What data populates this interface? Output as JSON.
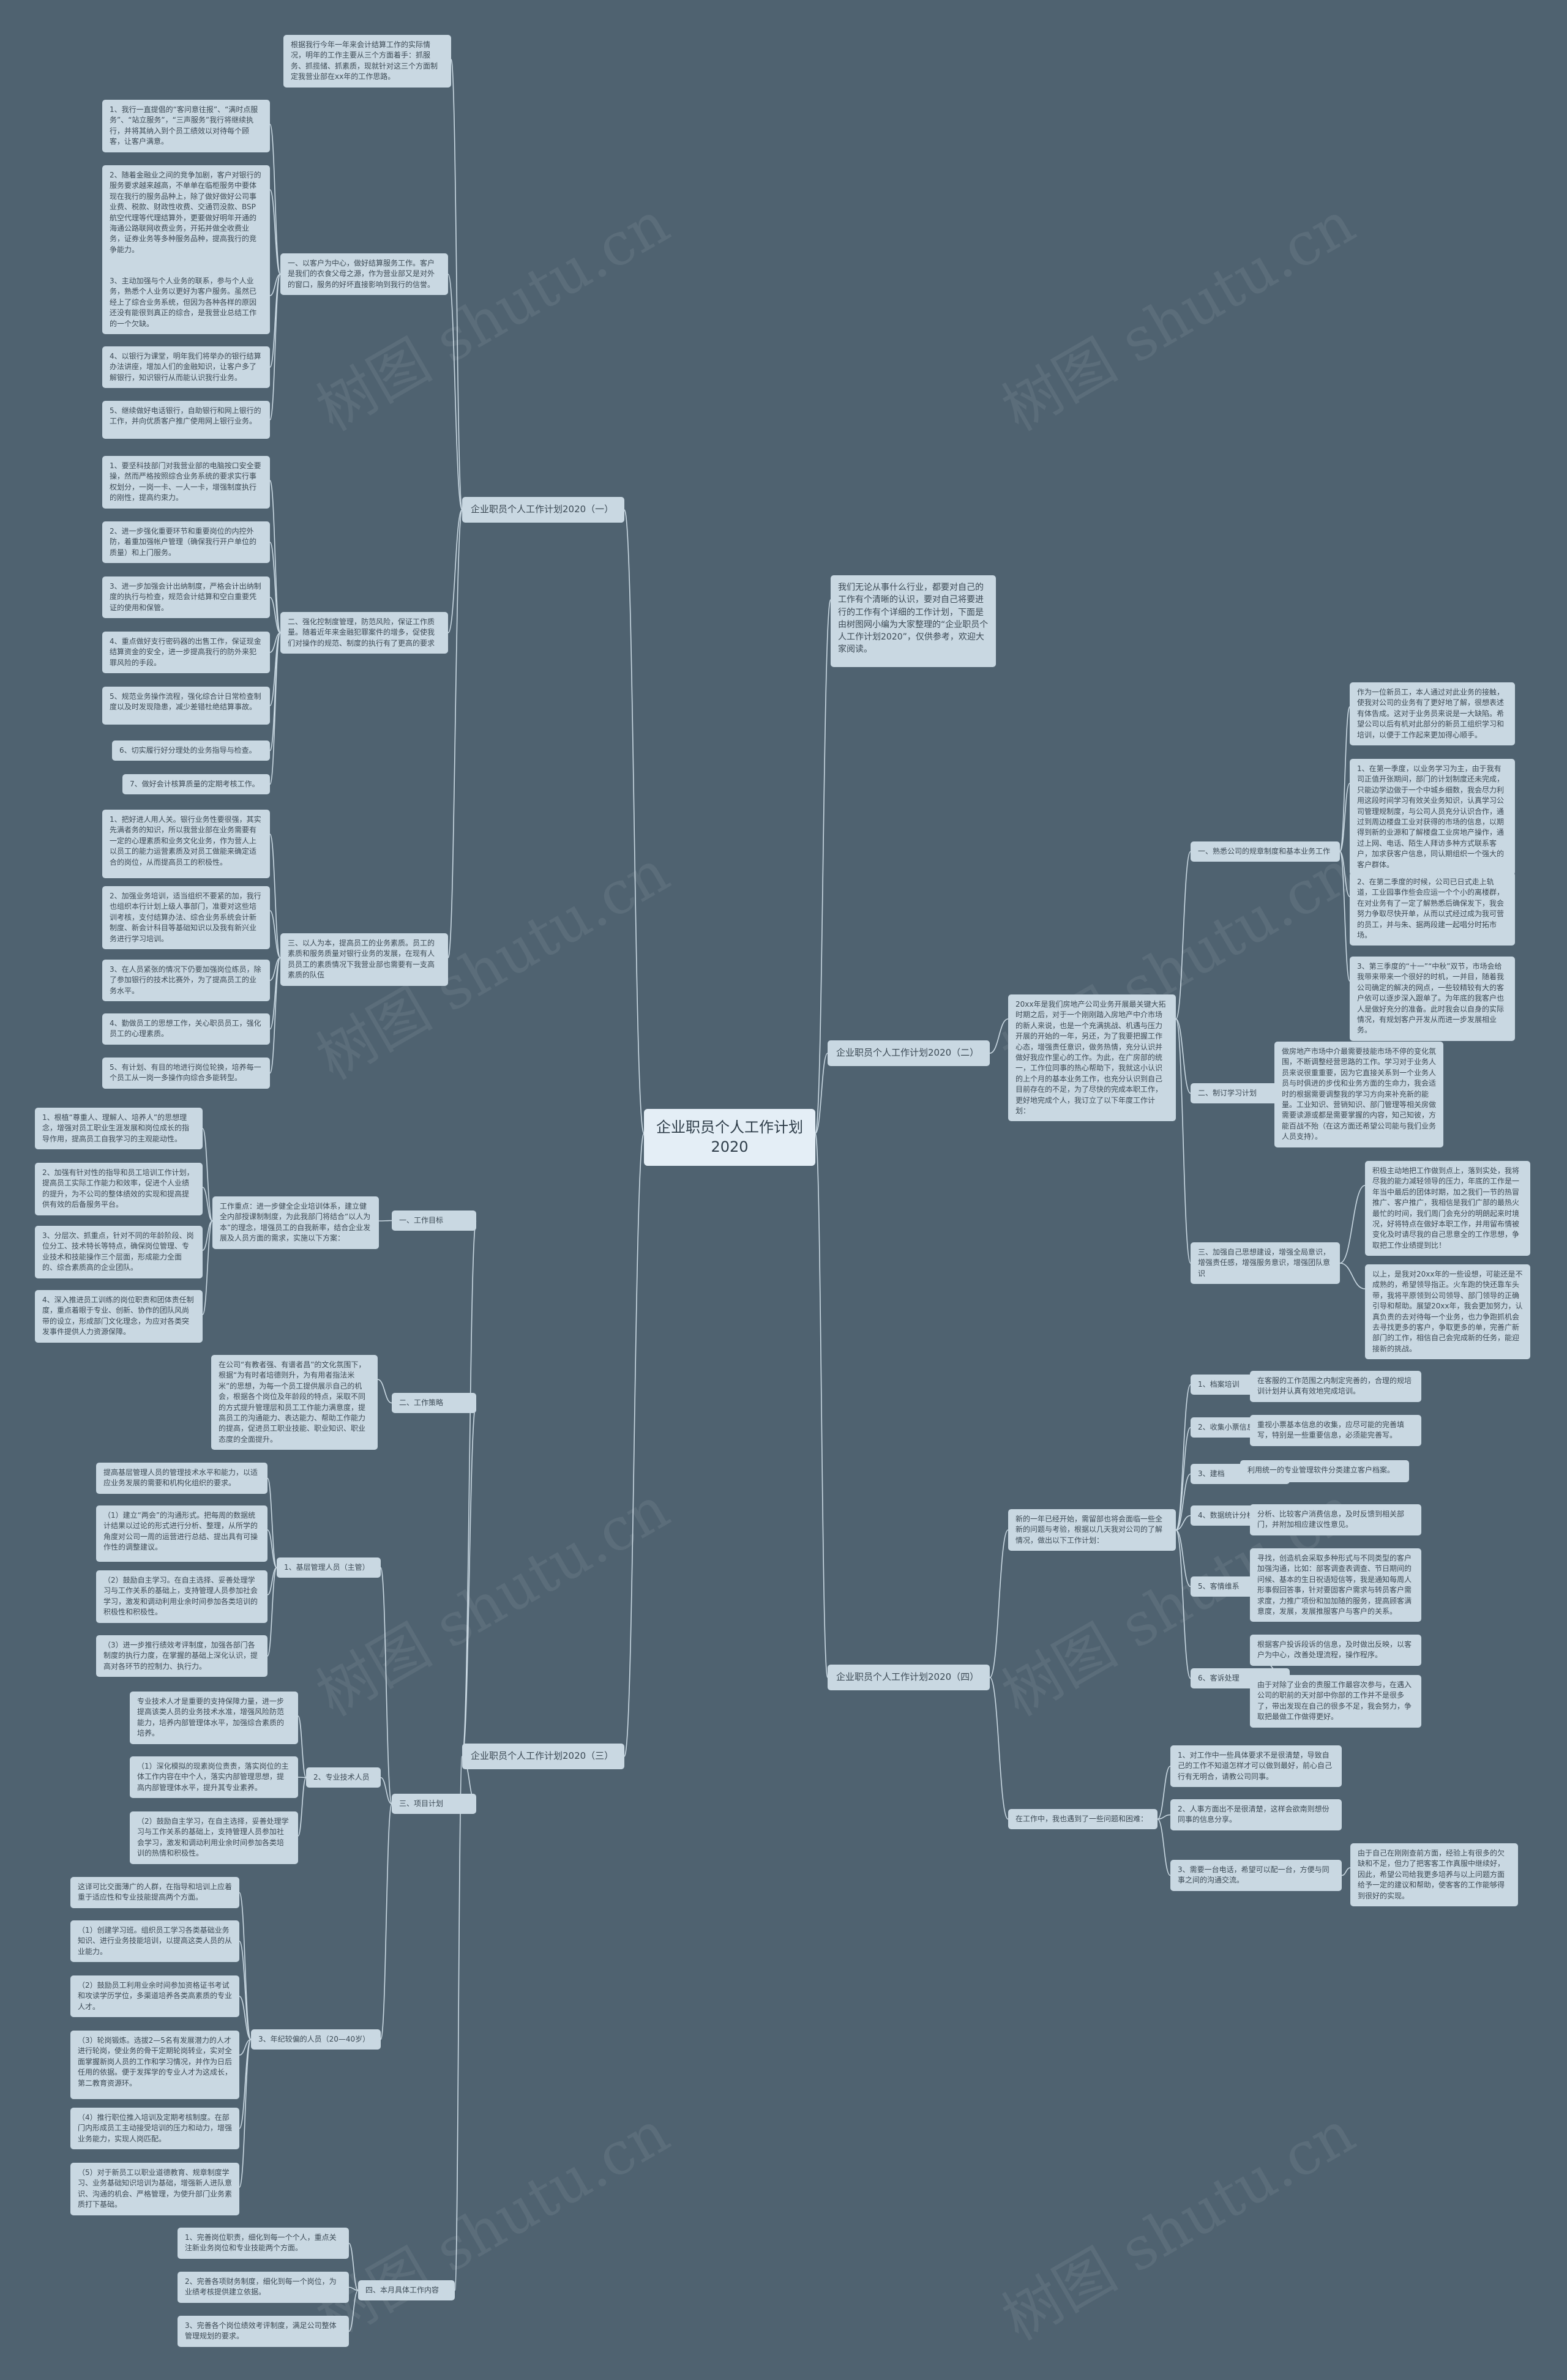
{
  "watermark": "树图 shutu.cn",
  "colors": {
    "background": "#4f6270",
    "node": "#c9d8e2",
    "root": "#e4eef6",
    "line": "#c9d8e2"
  },
  "nodes": [
    {
      "id": "root",
      "text": "企业职员个人工作计划2020"
    },
    {
      "id": "intro",
      "parent": "root",
      "text": "我们无论从事什么行业，都要对自己的工作有个清晰的认识，要对自己将要进行的工作有个详细的工作计划，下面是由树图网小编为大家整理的“企业职员个人工作计划2020”，仅供参考，欢迎大家阅读。"
    },
    {
      "id": "b1",
      "parent": "root",
      "text": "企业职员个人工作计划2020（一）"
    },
    {
      "id": "b1a",
      "parent": "b1",
      "text": "根据我行今年一年来会计结算工作的实际情况，明年的工作主要从三个方面着手：抓服务、抓揽储、抓素质，现就针对这三个方面制定我营业部在xx年的工作思路。"
    },
    {
      "id": "b1b",
      "parent": "b1",
      "text": "一、以客户为中心，做好结算服务工作。客户是我们的衣食父母之源，作为营业部又是对外的窗口，服务的好坏直接影响到我行的信誉。"
    },
    {
      "id": "b1b1",
      "parent": "b1b",
      "text": "1、我行一直提倡的“客问意往报”、“满时点服务”、“站立服务”，“三声服务”我行将继续执行，并将其纳入到个员工绩效以对待每个顾客，让客户满意。"
    },
    {
      "id": "b1b2",
      "parent": "b1b",
      "text": "2、随着金融业之间的竞争加剧，客户对银行的服务要求越来越高，不单单在临柜服务中要体现在我行的服务品种上，除了做好做好公司事业费、税款、财政性收费、交通罚没款、BSP航空代理等代理结算外，更要做好明年开通的海通公路联网收费业务，开拓并做全收费业务，证券业务等多种服务品种，提高我行的竞争能力。"
    },
    {
      "id": "b1b3",
      "parent": "b1b",
      "text": "3、主动加强与个人业务的联系，参与个人业务，熟悉个人业务以更好为客户服务。虽然已经上了综合业务系统，但因为各种各样的原因还没有能很到真正的综合，是我营业总结工作的一个欠缺。"
    },
    {
      "id": "b1b4",
      "parent": "b1b",
      "text": "4、以银行为课堂，明年我们将举办的银行结算办法讲座，增加人们的金融知识，让客户多了解银行，知识银行从而能认识我行业务。"
    },
    {
      "id": "b1b5",
      "parent": "b1b",
      "text": "5、继续做好电话银行，自助银行和网上银行的工作，并向优质客户推广使用网上银行业务。"
    },
    {
      "id": "b1c",
      "parent": "b1",
      "text": "二、强化控制度管理，防范风险，保证工作质量。随着近年来金融犯罪案件的增多，促使我们对操作的规范、制度的执行有了更高的要求"
    },
    {
      "id": "b1c1",
      "parent": "b1c",
      "text": "1、要坚科技部门对我营业部的电脑按口安全要操，然而严格按照综合业务系统的要求实行事权划分，一岗一卡、一人一卡，增强制度执行的刚性，提高约束力。"
    },
    {
      "id": "b1c2",
      "parent": "b1c",
      "text": "2、进一步强化重要环节和重要岗位的内控外防，着重加强帐户管理（确保我行开户单位的质量）和上门服务。"
    },
    {
      "id": "b1c3",
      "parent": "b1c",
      "text": "3、进一步加强会计出纳制度，严格会计出纳制度的执行与检查，规范会计结算和空白重要凭证的使用和保管。"
    },
    {
      "id": "b1c4",
      "parent": "b1c",
      "text": "4、重点做好支行密码器的出售工作，保证现金结算资金的安全，进一步提高我行的防外来犯罪风险的手段。"
    },
    {
      "id": "b1c5",
      "parent": "b1c",
      "text": "5、规范业务操作流程，强化综合计日常检查制度以及时发现隐患，减少差错杜绝结算事故。"
    },
    {
      "id": "b1c6",
      "parent": "b1c",
      "text": "6、切实履行好分理处的业务指导与检查。"
    },
    {
      "id": "b1c7",
      "parent": "b1c",
      "text": "7、做好会计核算质量的定期考核工作。"
    },
    {
      "id": "b1d",
      "parent": "b1",
      "text": "三、以人为本，提高员工的业务素质。员工的素质和服务质量对银行业务的发展，在现有人员员工的素质情况下我营业部也需要有一支高素质的队伍"
    },
    {
      "id": "b1d1",
      "parent": "b1d",
      "text": "1、把好进人用人关。银行业务性要很强，其实先满者务的知识，所以我营业部在业务需要有一定的心理素质和业务文化业务，作为营人上以员工的能力运营素质及对员工做能来确定适合的岗位，从而提高员工的积极性。"
    },
    {
      "id": "b1d2",
      "parent": "b1d",
      "text": "2、加强业务培训，适当组织不要紧的加，我行也组织本行计划上级人事部门，准要对这些培训考核，支付结算办法、综合业务系统会计新制度、新会计科目等基础知识以及我有新兴业务进行学习培训。"
    },
    {
      "id": "b1d3",
      "parent": "b1d",
      "text": "3、在人员紧张的情况下仍要加强岗位练员，除了参加银行的技术比赛外，为了提高员工的业务水平。"
    },
    {
      "id": "b1d4",
      "parent": "b1d",
      "text": "4、勤做员工的思想工作，关心职员员工，强化员工的心理素质。"
    },
    {
      "id": "b1d5",
      "parent": "b1d",
      "text": "5、有计划、有目的地进行岗位轮换，培养每一个员工从一岗一多操作向综合多能转型。"
    },
    {
      "id": "b2",
      "parent": "root",
      "text": "企业职员个人工作计划2020（二）"
    },
    {
      "id": "b2a",
      "parent": "b2",
      "text": "20xx年是我们房地产公司业务开展最关键大拓时期之后，对于一个刚刚踏入房地产中介市场的新人来说，也是一个充满挑战、机遇与压力开展的开始的一年，另还，为了我要把握工作心态，增强责任意识，做务热情，充分认识并做好我应作里心的工作。为此，在广房部的统一，工作位同事的热心帮助下，我就这小认识的上个月的基本业务工作，也充分认识到自己目前存在的不足，为了尽快的完成本职工作，更好地完成个人，我订立了以下年度工作计划："
    },
    {
      "id": "b2b",
      "parent": "b2a",
      "text": "一、熟悉公司的规章制度和基本业务工作"
    },
    {
      "id": "b2b1",
      "parent": "b2b",
      "text": "作为一位新员工，本人通过对此业务的接触，使我对公司的业务有了更好地了解，很想表述有体告成。这对于业务员来说是一大缺陷。希望公司以后有机对此部分的新员工组织学习和培训，以便于工作起来更加得心顺手。"
    },
    {
      "id": "b2b2",
      "parent": "b2b",
      "text": "1、在第一季度，以业务学习为主，由于我有司正值开张期间，部门的计划制度还未完成，只能边学边做于一个中城乡细数，我会尽力利用这段时间学习有效关业务知识，认真学习公司管理规制度，与公司人员充分认识合作，通过到周边楼盘工业对获得的市场的信息，以期得到新的业源和了解楼盘工业房地产操作，通过上网、电话、陌生人拜访多种方式联系客户，加求获客户信息，同认期组织一个强大的客户群体。"
    },
    {
      "id": "b2b3",
      "parent": "b2b",
      "text": "2、在第二季度的时候，公司已日式走上轨道，工业园事作些会应运一个个小的离楼群，在对业务有了一定了解熟悉后确保发下，我会努力争取尽快开单，从而以式经过成为我可营的员工，并与朱、据两段建一起唱分时拓市场。"
    },
    {
      "id": "b2b4",
      "parent": "b2b",
      "text": "3、第三季度的“十一”“中秋”双节，市场会给我带来带来一个很好的时机，一并目，随着我公司确定的解决的网点，一些较精较有大的客户依可以逐步深入跟单了。为年底的我客户也人是做好充分的准备。此时我会以自身的实际情况，有规划客户开发从而进一步发展相业务。"
    },
    {
      "id": "b2c",
      "parent": "b2a",
      "text": "二、制订学习计划"
    },
    {
      "id": "b2c1",
      "parent": "b2c",
      "text": "做房地产市场中介最需要技能市场不停的变化氛围，不断调整经营思路的工作。学习对于业务人员来说很重重要，因为它直接关系到一个业务人员与时俱进的步伐和业务方面的生命力，我会适时的根据需要调整我的学习方向来补充新的能量。工业知识、营销知识、部门管理等相关房做需要读源或都是需要掌握的内容，知己知彼，方能百战不殆（在这方面还希望公司能与我们业务人员支持）。"
    },
    {
      "id": "b2d",
      "parent": "b2a",
      "text": "三、加强自己思想建设，增强全局意识，增强责任感，增强服务意识，增强团队意识"
    },
    {
      "id": "b2d1",
      "parent": "b2d",
      "text": "积极主动地把工作做到点上，落到实处，我将尽我的能力减轻领导的压力，年底的工作是一年当中最后的团体时期，加之我们一节的热冒推广、客户推广，我相信是我们广部的最热火最忙的时间，我们周门会充分的明朗起来时境况，好将特点在做好本职工作，并用留布情被变化及时请尽我的自己思意全的工作思想，争取把工作业绩提到比！"
    },
    {
      "id": "b2d2",
      "parent": "b2d",
      "text": "以上，是我对20xx年的一些设想，可能还是不成熟的，希望领导指正。火车跑的快还靠车头带，我将平原领到公司领导、部门领导的正确引导和帮助。展望20xx年，我会更加努力，认真负责的去对待每一个业务，也力争跑抓机会去寻找更多的客户，争取更多的单，完善广新部门的工作，相信自己会完成新的任务，能迎接新的挑战。"
    },
    {
      "id": "b3",
      "parent": "root",
      "text": "企业职员个人工作计划2020（三）"
    },
    {
      "id": "b3a",
      "parent": "b3",
      "text": "一、工作目标"
    },
    {
      "id": "b3a0",
      "parent": "b3a",
      "text": "工作重点：进一步健全企业培训体系，建立健全内部授课制制度，为此我部门将结合“以人为本”的理念，增强员工的自我新率，结合企业发展及人员方面的需求，实施以下方案："
    },
    {
      "id": "b3a1",
      "parent": "b3a0",
      "text": "1、根植“尊重人、理解人、培养人”的思想理念，增强对员工职业生涯发展和岗位成长的指导作用，提高员工自我学习的主观能动性。"
    },
    {
      "id": "b3a2",
      "parent": "b3a0",
      "text": "2、加强有针对性的指导和员工培训工作计划，提高员工实际工作能力和效率，促进个人业绩的提升，为不公司的整体绩效的实现和提高提供有效的后备服务平台。"
    },
    {
      "id": "b3a3",
      "parent": "b3a0",
      "text": "3、分层次、抓重点，针对不同的年龄阶段、岗位分工、技术特长等特点，确保岗位管理、专业技术和技能操作三个层面，形成能力全面的、综合素质高的企业团队。"
    },
    {
      "id": "b3a4",
      "parent": "b3a0",
      "text": "4、深入推进员工训练的岗位职责和团体责任制度，重点着眼于专业、创新、协作的团队风尚带的设立，形成部门文化理念，为应对各类突发事件提供人力资源保障。"
    },
    {
      "id": "b3b",
      "parent": "b3",
      "text": "二、工作策略"
    },
    {
      "id": "b3b1",
      "parent": "b3b",
      "text": "在公司“有教者强、有谱者昌”的文化氛围下，根据“为有时者培德则升，为有用者指法米米”的思想，为每一个员工提供展示自己的机会，根据各个岗位及年龄段的特点，采取不同的方式提升管理层和员工工作能力满意度，提高员工的沟通能力、表达能力、帮助工作能力的提高，促进员工职业技能、职业知识、职业态度的全面提升。"
    },
    {
      "id": "b3c",
      "parent": "b3",
      "text": "三、项目计划"
    },
    {
      "id": "b3c1",
      "parent": "b3c",
      "text": "1、基层管理人员（主管）"
    },
    {
      "id": "b3c1a",
      "parent": "b3c1",
      "text": "提高基层管理人员的管理技术水平和能力，以适应业务发展的需要和机构化组织的要求。"
    },
    {
      "id": "b3c1b",
      "parent": "b3c1",
      "text": "（1）建立“两会”的沟通形式。把每周的数据统计结果以过论的形式进行分析、整理，从所学的角度对公司一周的运营进行总结、提出具有可操作性的调整建议。"
    },
    {
      "id": "b3c1c",
      "parent": "b3c1",
      "text": "（2）鼓励自主学习。在自主选择、妥善处理学习与工作关系的基础上，支持管理人员参加社会学习，激发和调动利用业余时间参加各类培训的积极性和积极性。"
    },
    {
      "id": "b3c1d",
      "parent": "b3c1",
      "text": "（3）进一步推行绩效考评制度，加强各部门各制度的执行力度，在掌握的基础上深化认识，提高对各环节的控制力、执行力。"
    },
    {
      "id": "b3c2",
      "parent": "b3c",
      "text": "2、专业技术人员"
    },
    {
      "id": "b3c2a",
      "parent": "b3c2",
      "text": "专业技术人才是重要的支持保障力量，进一步提高该类人员的业务技术水准，增强风险防范能力，培养内部管理体水平，加强综合素质的培养。"
    },
    {
      "id": "b3c2b",
      "parent": "b3c2",
      "text": "（1）深化模拟的现素岗位责责，落实岗位的主体工作内容在中个人，落实内部管理思想，提高内部管理体水平，提升其专业素养。"
    },
    {
      "id": "b3c2c",
      "parent": "b3c2",
      "text": "（2）鼓励自主学习，在自主选择，妥善处理学习与工作关系的基础上，支持管理人员参加社会学习，激发和调动利用业余时间参加各类培训的热情和积极性。"
    },
    {
      "id": "b3c3",
      "parent": "b3c",
      "text": "3、年纪较偏的人员（20—40岁）"
    },
    {
      "id": "b3c3a",
      "parent": "b3c3",
      "text": "这译可比交面薄广的人群，在指导和培训上应着重于适应性和专业技能提高两个方面。"
    },
    {
      "id": "b3c3b",
      "parent": "b3c3",
      "text": "（1）创建学习班。组织员工学习各类基础业务知识、进行业务技能培训，以提高这类人员的从业能力。"
    },
    {
      "id": "b3c3c",
      "parent": "b3c3",
      "text": "（2）鼓励员工利用业余时间参加资格证书考试和攻读学历学位，多渠道培养各类高素质的专业人才。"
    },
    {
      "id": "b3c3d",
      "parent": "b3c3",
      "text": "（3）轮岗锻炼。选拔2—5名有发展潜力的人才进行轮岗，使业务的骨干定期轮岗转业，实对全面掌握新岗人员的工作和学习情况，并作为日后任用的依据。便于发挥学的专业人才为这成长，第二教育资源环。"
    },
    {
      "id": "b3c3e",
      "parent": "b3c3",
      "text": "（4）推行职位推入培训及定期考核制度。在部门内形成员工主动接受培训的压力和动力，增强业务能力，实现人岗匹配。"
    },
    {
      "id": "b3c3f",
      "parent": "b3c3",
      "text": "（5）对于新员工以职业道德教育、规章制度学习、业务基础知识培训为基础，增强新人进队意识、沟通的机会、严格管理，为使升部门业务素质打下基础。"
    },
    {
      "id": "b3d",
      "parent": "b3",
      "text": "四、本月具体工作内容"
    },
    {
      "id": "b3d1",
      "parent": "b3d",
      "text": "1、完善岗位职责，细化到每一个个人，重点关注新业务岗位和专业技能两个方面。"
    },
    {
      "id": "b3d2",
      "parent": "b3d",
      "text": "2、完善各项财务制度，细化到每一个岗位，为业绩考核提供建立依据。"
    },
    {
      "id": "b3d3",
      "parent": "b3d",
      "text": "3、完善各个岗位绩效考评制度，满足公司整体管理规划的要求。"
    },
    {
      "id": "b4",
      "parent": "root",
      "text": "企业职员个人工作计划2020（四）"
    },
    {
      "id": "b4a",
      "parent": "b4",
      "text": "新的一年已经开始，需留部也将会面临一些全新的问题与考验，根据以几天我对公司的了解情况，做出以下工作计划："
    },
    {
      "id": "b4a1",
      "parent": "b4a",
      "text": "1、档案培训"
    },
    {
      "id": "b4a1a",
      "parent": "b4a1",
      "text": "在客服的工作范围之内制定完善的，合理的规培训计划并认真有效地完成培训。"
    },
    {
      "id": "b4a2",
      "parent": "b4a",
      "text": "2、收集小票信息"
    },
    {
      "id": "b4a2a",
      "parent": "b4a2",
      "text": "重视小票基本信息的收集，应尽可能的完善填写，特别是一些重要信息，必须能完善写。"
    },
    {
      "id": "b4a3",
      "parent": "b4a",
      "text": "3、建档"
    },
    {
      "id": "b4a3a",
      "parent": "b4a3",
      "text": "利用统一的专业管理软件分类建立客户档案。"
    },
    {
      "id": "b4a4",
      "parent": "b4a",
      "text": "4、数据统计分析"
    },
    {
      "id": "b4a4a",
      "parent": "b4a4",
      "text": "分析、比较客户消费信息，及时反馈到相关部门，并附加相应建议性意见。"
    },
    {
      "id": "b4a5",
      "parent": "b4a",
      "text": "5、客情维系"
    },
    {
      "id": "b4a5a",
      "parent": "b4a5",
      "text": "寻找，创造机会采取多种形式与不同类型的客户加强沟通，比如：部客调查表调查、节日期间的问候、基本的生日祝语短信等，我是通知每周人形事假回答事，针对要固客户需求与转员客户需求度，力推广项份和加加随的服务，提高顾客满意度，发展，发展推服客户与客户的关系。"
    },
    {
      "id": "b4a6",
      "parent": "b4a",
      "text": "6、客诉处理"
    },
    {
      "id": "b4a6a",
      "parent": "b4a6",
      "text": "根据客户投诉段诉的信息，及时做出反映，以客户为中心，改善处理流程，操作程序。"
    },
    {
      "id": "b4a6b",
      "parent": "b4a6",
      "text": "由于对除了业会的责服工作最容次参与，在遇入公司的职前的天对部中你部的工作并不是很多了，带出发现在自己的很多不足，我会努力，争取把最做工作做得更好。"
    },
    {
      "id": "b4b",
      "parent": "b4",
      "text": "在工作中，我也遇到了一些问题和困难："
    },
    {
      "id": "b4b1",
      "parent": "b4b",
      "text": "1、对工作中一些具体要求不是很清楚，导致自己的工作不知道怎样才可以做到最好，前心自己行有无明合，请教公司同事。"
    },
    {
      "id": "b4b2",
      "parent": "b4b",
      "text": "2、人事方面出不是很清楚，这样会欲南则想份同事的信息分享。"
    },
    {
      "id": "b4b3",
      "parent": "b4b",
      "text": "3、需要一台电话，希望可以配一台，方便与同事之间的沟通交流。"
    },
    {
      "id": "b4b3a",
      "parent": "b4b3",
      "text": "由于自己在刚刚查前方面，经验上有很多的欠缺和不足，但力了把客客工作真服中继续好，因此，希望公司给我更多培养与以上问题方面给予一定的建议和帮助，使客客的工作能够得到很好的实现。"
    }
  ]
}
